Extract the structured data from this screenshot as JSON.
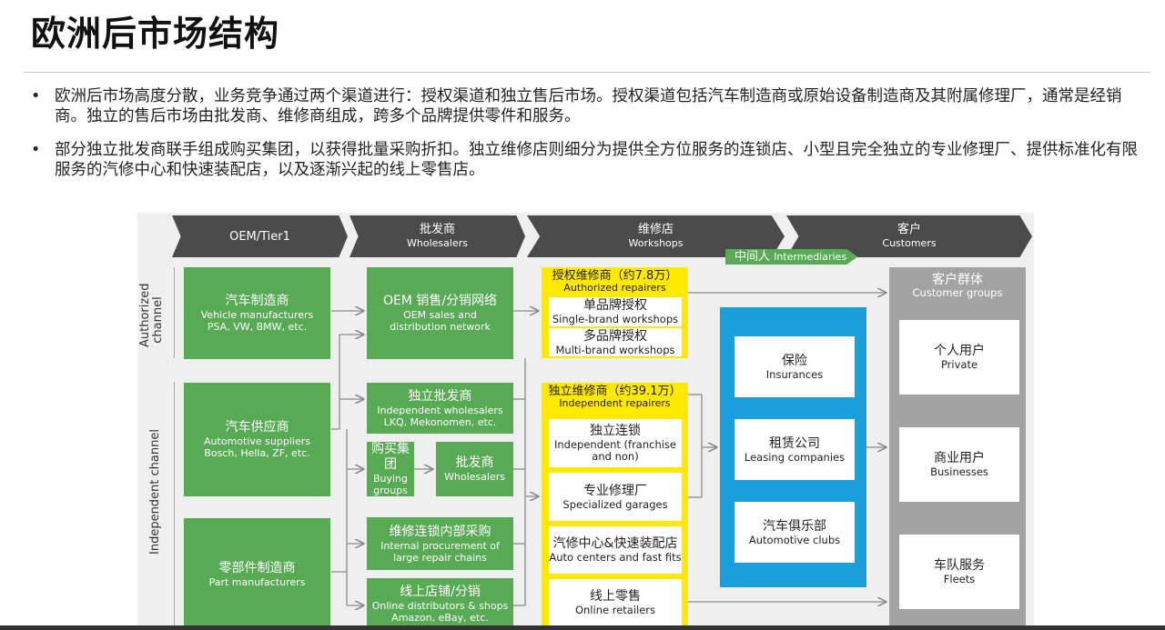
{
  "title": "欧洲后市场结构",
  "bullets": [
    "欧洲后市场高度分散，业务竞争通过两个渠道进行：授权渠道和独立售后市场。授权渠道包括汽车制造商或原始设备制造商及其附属修理厂，通常是经销商。独立的售后市场由批发商、维修商组成，跨多个品牌提供零件和服务。",
    "部分独立批发商联手组成购买集团，以获得批量采购折扣。独立维修店则细分为提供全方位服务的连锁店、小型且完全独立的专业修理厂、提供标准化有限服务的汽修中心和快速装配店，以及逐渐兴起的线上零售店。"
  ],
  "header": {
    "oem": "OEM/Tier1",
    "wholesalers_zh": "批发商",
    "wholesalers_en": "Wholesalers",
    "workshops_zh": "维修店",
    "workshops_en": "Workshops",
    "customers_zh": "客户",
    "customers_en": "Customers"
  },
  "side_labels": {
    "authorized": "Authorized channel",
    "independent": "Independent channel"
  },
  "oem_col": {
    "vehicle_zh": "汽车制造商",
    "vehicle_en": "Vehicle manufacturers",
    "vehicle_ex": "PSA, VW, BMW, etc.",
    "supplier_zh": "汽车供应商",
    "supplier_en": "Automotive suppliers",
    "supplier_ex": "Bosch, Hella, ZF, etc.",
    "parts_zh": "零部件制造商",
    "parts_en": "Part manufacturers"
  },
  "wholesale_col": {
    "oem_net_zh": "OEM 销售/分销网络",
    "oem_net_en1": "OEM sales and",
    "oem_net_en2": "distribution network",
    "indep_zh": "独立批发商",
    "indep_en": "Independent wholesalers",
    "indep_ex": "LKQ, Mekonomen, etc.",
    "buying_zh": "购买集团",
    "buying_en1": "Buying",
    "buying_en2": "groups",
    "wh_zh": "批发商",
    "wh_en": "Wholesalers",
    "internal_zh": "维修连锁内部采购",
    "internal_en1": "Internal procurement of",
    "internal_en2": "large repair chains",
    "online_zh": "线上店铺/分销",
    "online_en": "Online distributors & shops",
    "online_ex": "Amazon, eBay, etc."
  },
  "workshop_col": {
    "auth_head_zh": "授权维修商（约7.8万）",
    "auth_head_en": "Authorized repairers",
    "single_zh": "单品牌授权",
    "single_en": "Single-brand workshops",
    "multi_zh": "多品牌授权",
    "multi_en": "Multi-brand workshops",
    "indep_head_zh": "独立维修商（约39.1万）",
    "indep_head_en": "Independent repairers",
    "chain_zh": "独立连锁",
    "chain_en1": "Independent (franchise",
    "chain_en2": "and non)",
    "spec_zh": "专业修理厂",
    "spec_en": "Specialized garages",
    "auto_zh": "汽修中心&快速装配店",
    "auto_en": "Auto centers and fast fits",
    "retail_zh": "线上零售",
    "retail_en": "Online retailers"
  },
  "intermediaries": {
    "tag_zh": "中间人",
    "tag_en": "Intermediaries",
    "ins_zh": "保险",
    "ins_en": "Insurances",
    "lease_zh": "租赁公司",
    "lease_en": "Leasing companies",
    "club_zh": "汽车俱乐部",
    "club_en": "Automotive clubs"
  },
  "customers": {
    "group_zh": "客户群体",
    "group_en": "Customer groups",
    "private_zh": "个人用户",
    "private_en": "Private",
    "biz_zh": "商业用户",
    "biz_en": "Businesses",
    "fleet_zh": "车队服务",
    "fleet_en": "Fleets"
  },
  "colors": {
    "green": "#58aa55",
    "yellow": "#ffe900",
    "blue": "#19a0dc",
    "grey": "#a3a3a3",
    "header": "#4b4b4b"
  }
}
